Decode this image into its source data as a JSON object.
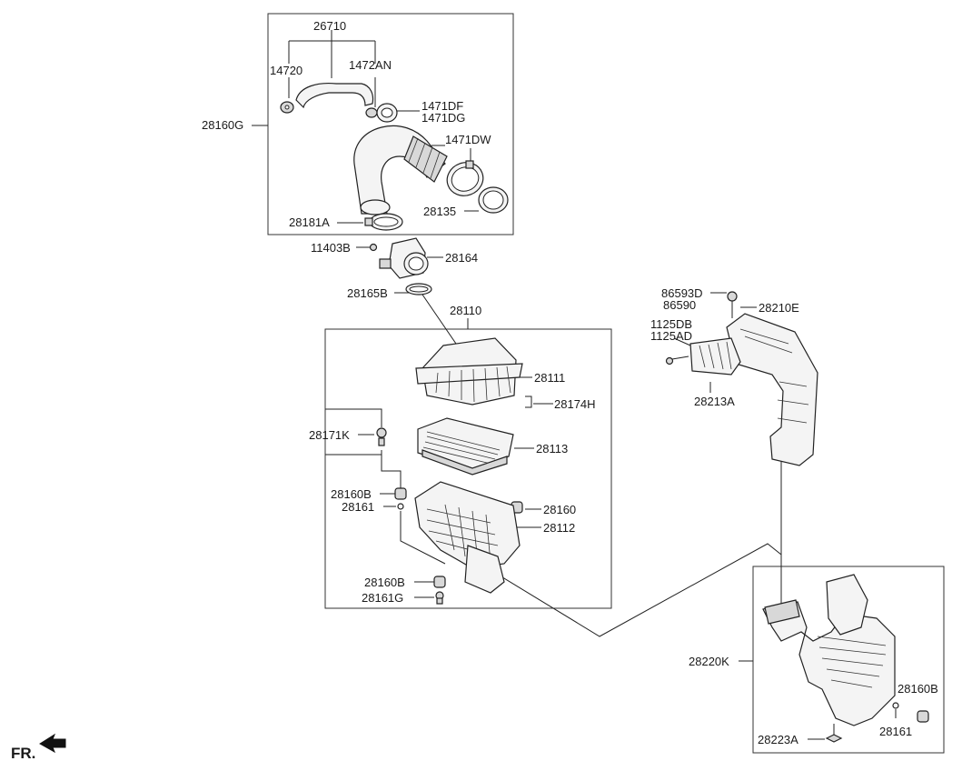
{
  "diagram": {
    "labels": {
      "p26710": "26710",
      "p14720": "14720",
      "p1472AN": "1472AN",
      "p1471DF": "1471DF",
      "p1471DG": "1471DG",
      "p28160G": "28160G",
      "p1471DW": "1471DW",
      "p28135": "28135",
      "p28181A": "28181A",
      "p11403B": "11403B",
      "p28164": "28164",
      "p28165B": "28165B",
      "p28110": "28110",
      "p28111": "28111",
      "p28174H": "28174H",
      "p28171K": "28171K",
      "p28113": "28113",
      "p28160B_a": "28160B",
      "p28161_a": "28161",
      "p28160": "28160",
      "p28112": "28112",
      "p28160B_b": "28160B",
      "p28161G": "28161G",
      "p86593D": "86593D",
      "p86590": "86590",
      "p28210E": "28210E",
      "p1125DB": "1125DB",
      "p1125AD": "1125AD",
      "p28213A": "28213A",
      "p28220K": "28220K",
      "p28160B_c": "28160B",
      "p28161_b": "28161",
      "p28223A": "28223A"
    },
    "front_marker": "FR."
  }
}
